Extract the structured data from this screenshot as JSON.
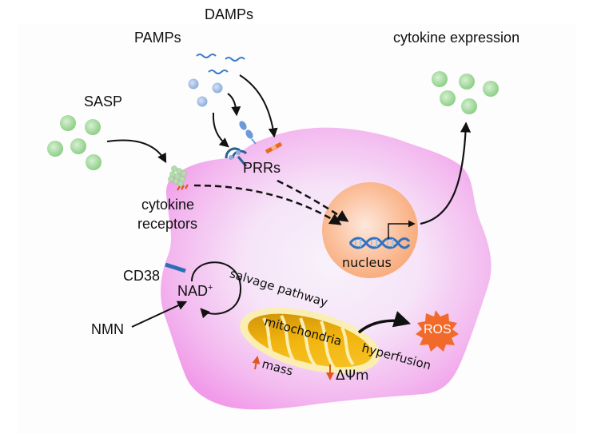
{
  "diagram": {
    "title": "Inflammatory signaling and NAD+ metabolism in a cell",
    "labels": {
      "pamps": "PAMPs",
      "damps": "DAMPs",
      "sasp": "SASP",
      "cytokine_expression": "cytokine expression",
      "prrs": "PRRs",
      "cytokine_receptors_line1": "cytokine",
      "cytokine_receptors_line2": "receptors",
      "nucleus": "nucleus",
      "cd38": "CD38",
      "nad": "NAD",
      "nad_sup": "+",
      "nmn": "NMN",
      "salvage_pathway": "salvage pathway",
      "mitochondria": "mitochondria",
      "mass": "mass",
      "membrane_potential": "ΔΨm",
      "hyperfusion": "hyperfusion",
      "ros": "ROS"
    },
    "indicators": {
      "mass_direction": "up",
      "membrane_potential_direction": "down"
    },
    "colors": {
      "cell": "#f3a6ee",
      "cell_center": "#f7eefa",
      "nucleus": "#f8b285",
      "sasp_particle": "#a6d9a0",
      "pamp_particle": "#a3bde6",
      "damp_wave": "#3c7cc9",
      "mitochondria": "#e8ae0c",
      "mitochondria_halo": "#fbedb0",
      "ros": "#f26a2a",
      "cd38": "#2a6fb5",
      "arrow": "#111111",
      "indicator_arrow": "#e0561e"
    }
  }
}
